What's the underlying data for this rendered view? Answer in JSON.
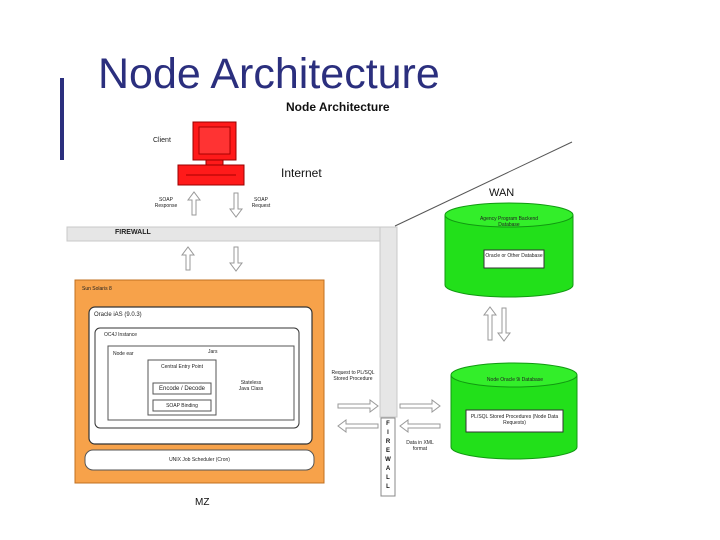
{
  "slide": {
    "title": "Node Architecture"
  },
  "diagram": {
    "title": "Node Architecture",
    "client_label": "Client",
    "internet_label": "Internet",
    "soap_response": "SOAP Response",
    "soap_request": "SOAP Request",
    "firewall_label": "FIREWALL",
    "wan_label": "WAN",
    "mz_label": "MZ",
    "sun_solaris": "Sun Solaris 8",
    "oracle_ias": "Oracle iAS (9.0.3)",
    "oc4j_instance": "OC4J Instance",
    "node_ear": "Node ear",
    "jars": "Jars",
    "central_entry": "Central Entry Point",
    "encode_decode": "Encode / Decode",
    "soap_binding": "SOAP Binding",
    "stateless_java": "Stateless Java Class",
    "unix_scheduler": "UNIX Job Scheduler (Cron)",
    "request_plsql": "Request to PL/SQL Stored Procedure",
    "data_xml": "Data in XML format",
    "vertical_firewall_letters": [
      "F",
      "I",
      "R",
      "E",
      "W",
      "A",
      "L",
      "L"
    ],
    "agency_db_title": "Agency Program Backend Database",
    "oracle_other_db": "Oracle or Other Database",
    "node_oracle_db_title": "Node Oracle 9i Database",
    "plsql_procs": "PL/SQL Stored Procedures (Node Data Requests)"
  },
  "colors": {
    "title_blue": "#2b2f7e",
    "client_red": "#ff1a1a",
    "mz_orange": "#f7a24a",
    "db_green": "#22e01a",
    "firewall_grey": "#e6e6e6"
  }
}
